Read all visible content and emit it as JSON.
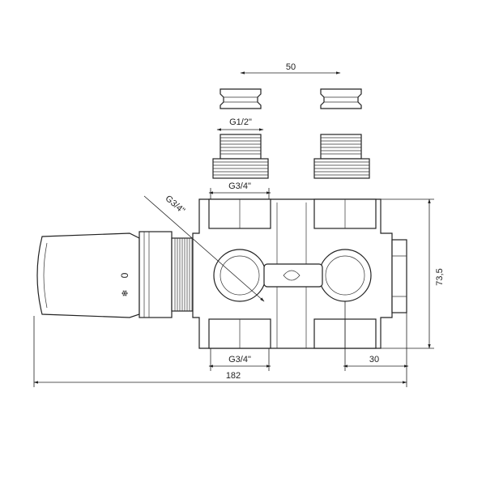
{
  "dimensions": {
    "top_spacing": "50",
    "thread_half": "G1/2\"",
    "thread_three_quarter_top": "G3/4\"",
    "thread_three_quarter_diag": "G3/4\"",
    "thread_three_quarter_bottom": "G3/4\"",
    "height": "73,5",
    "right_offset": "30",
    "total_width": "182"
  },
  "knob": {
    "mark_zero": "0",
    "mark_frost": "❄"
  },
  "colors": {
    "line": "#222222",
    "background": "#ffffff"
  }
}
